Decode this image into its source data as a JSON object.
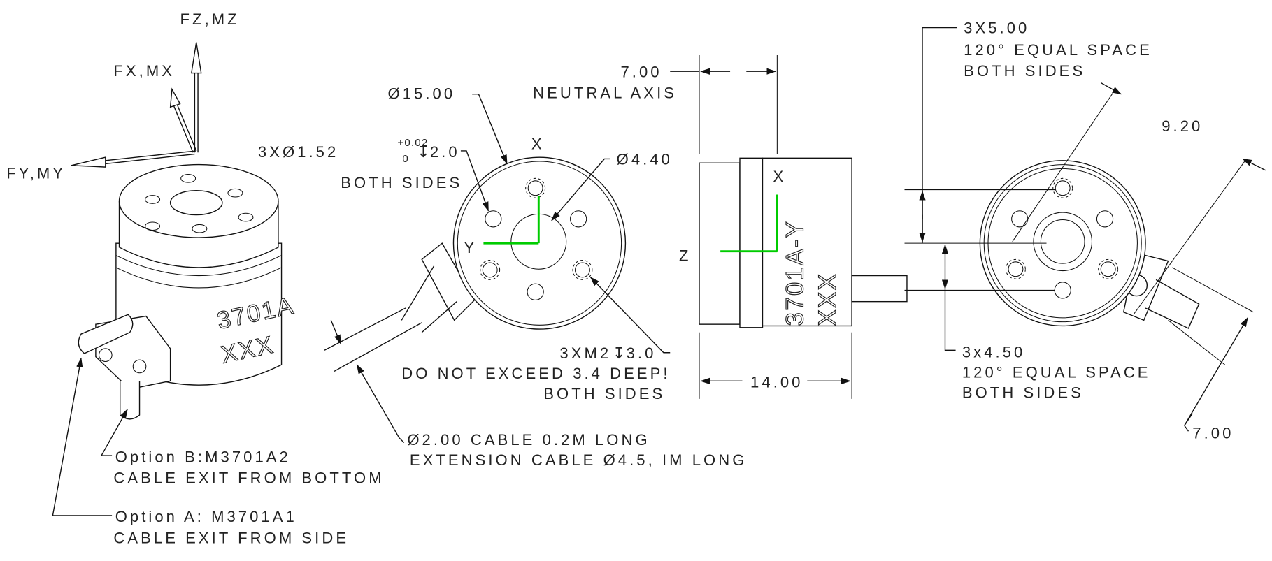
{
  "axes_triad": {
    "fz": "FZ,MZ",
    "fx": "FX,MX",
    "fy": "FY,MY"
  },
  "isometric_view": {
    "model_label": "3701A",
    "serial_label": "XXX"
  },
  "front_view": {
    "outer_diameter": "Ø15.00",
    "thru_holes": {
      "callout": "3XØ1.52",
      "tol_plus": "+0.02",
      "tol_minus": "0",
      "depth_symbol": "↧",
      "depth": "2.0",
      "note": "BOTH SIDES"
    },
    "center_bore": "Ø4.40",
    "axis_x": "X",
    "axis_y": "Y",
    "tapped_holes": {
      "callout": "3XM2",
      "depth_symbol": "↧",
      "depth": "3.0",
      "warning": "DO NOT EXCEED 3.4 DEEP!",
      "note": "BOTH SIDES"
    },
    "cable": {
      "line1": "Ø2.00 CABLE 0.2M LONG",
      "line2": "EXTENSION CABLE Ø4.5, IM LONG"
    }
  },
  "side_view": {
    "neutral_axis_dim": "7.00",
    "neutral_axis_label": "NEUTRAL AXIS",
    "axis_z": "Z",
    "axis_x": "X",
    "engraving_model": "3701A-Y",
    "engraving_serial": "XXX",
    "length_dim": "14.00"
  },
  "back_view": {
    "spacing_top": {
      "dim": "3X5.00",
      "line2": "120° EQUAL SPACE",
      "line3": "BOTH SIDES"
    },
    "spacing_bottom": {
      "dim": "3x4.50",
      "line2": "120° EQUAL SPACE",
      "line3": "BOTH SIDES"
    },
    "width_dim": "9.20",
    "cable_dim": "7.00"
  },
  "options": {
    "b_title": "Option B:M3701A2",
    "b_desc": "CABLE EXIT FROM BOTTOM",
    "a_title": "Option A: M3701A1",
    "a_desc": "CABLE EXIT FROM SIDE"
  }
}
